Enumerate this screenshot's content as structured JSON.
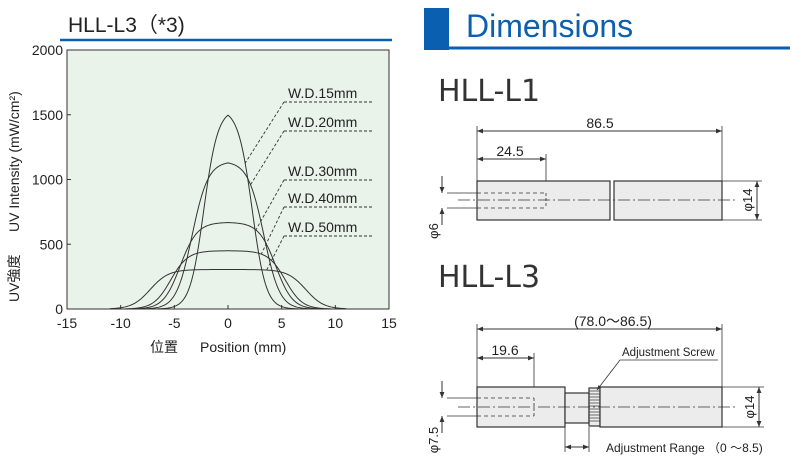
{
  "chart_panel": {
    "title": "HLL-L3（*3)",
    "ylabel_jp": "UV強度",
    "ylabel_en": "UV Intensity (mW/cm²)",
    "xlabel_jp": "位置",
    "xlabel_en": "Position (mm)"
  },
  "chart_data": {
    "type": "line",
    "title": "HLL-L3（*3)",
    "xlabel": "位置　Position (mm)",
    "ylabel": "UV強度　UV Intensity (mW/cm²)",
    "xlim": [
      -15,
      15
    ],
    "ylim": [
      0,
      2000
    ],
    "x_ticks": [
      -15,
      -10,
      -5,
      0,
      5,
      10,
      15
    ],
    "y_ticks": [
      0,
      500,
      1000,
      1500,
      2000
    ],
    "grid": false,
    "background": "#eaf3e9",
    "series": [
      {
        "name": "W.D.15mm",
        "peak": 1540,
        "half_width": 2.3,
        "edge_width": 0.65,
        "flatness": 2
      },
      {
        "name": "W.D.20mm",
        "peak": 1140,
        "half_width": 3.4,
        "edge_width": 0.75,
        "flatness": 3
      },
      {
        "name": "W.D.30mm",
        "peak": 670,
        "half_width": 4.5,
        "edge_width": 0.8,
        "flatness": 4
      },
      {
        "name": "W.D.40mm",
        "peak": 450,
        "half_width": 5.4,
        "edge_width": 0.8,
        "flatness": 4
      },
      {
        "name": "W.D.50mm",
        "peak": 305,
        "half_width": 7.3,
        "edge_width": 0.85,
        "flatness": 5
      }
    ]
  },
  "dimensions": {
    "heading": "Dimensions",
    "accent_color": "#0b5fb1",
    "l1": {
      "model": "HLL-L1",
      "total_length": "86.5",
      "section_length": "24.5",
      "dia_right": "φ14",
      "dia_left": "φ6"
    },
    "l3": {
      "model": "HLL-L3",
      "total_length": "(78.0～86.5)",
      "section_length": "19.6",
      "adjust_screw": "Adjustment Screw",
      "adjust_range": "Adjustment Range （0 ～8.5)",
      "dia_right": "φ14",
      "dia_left": "φ7.5"
    }
  }
}
